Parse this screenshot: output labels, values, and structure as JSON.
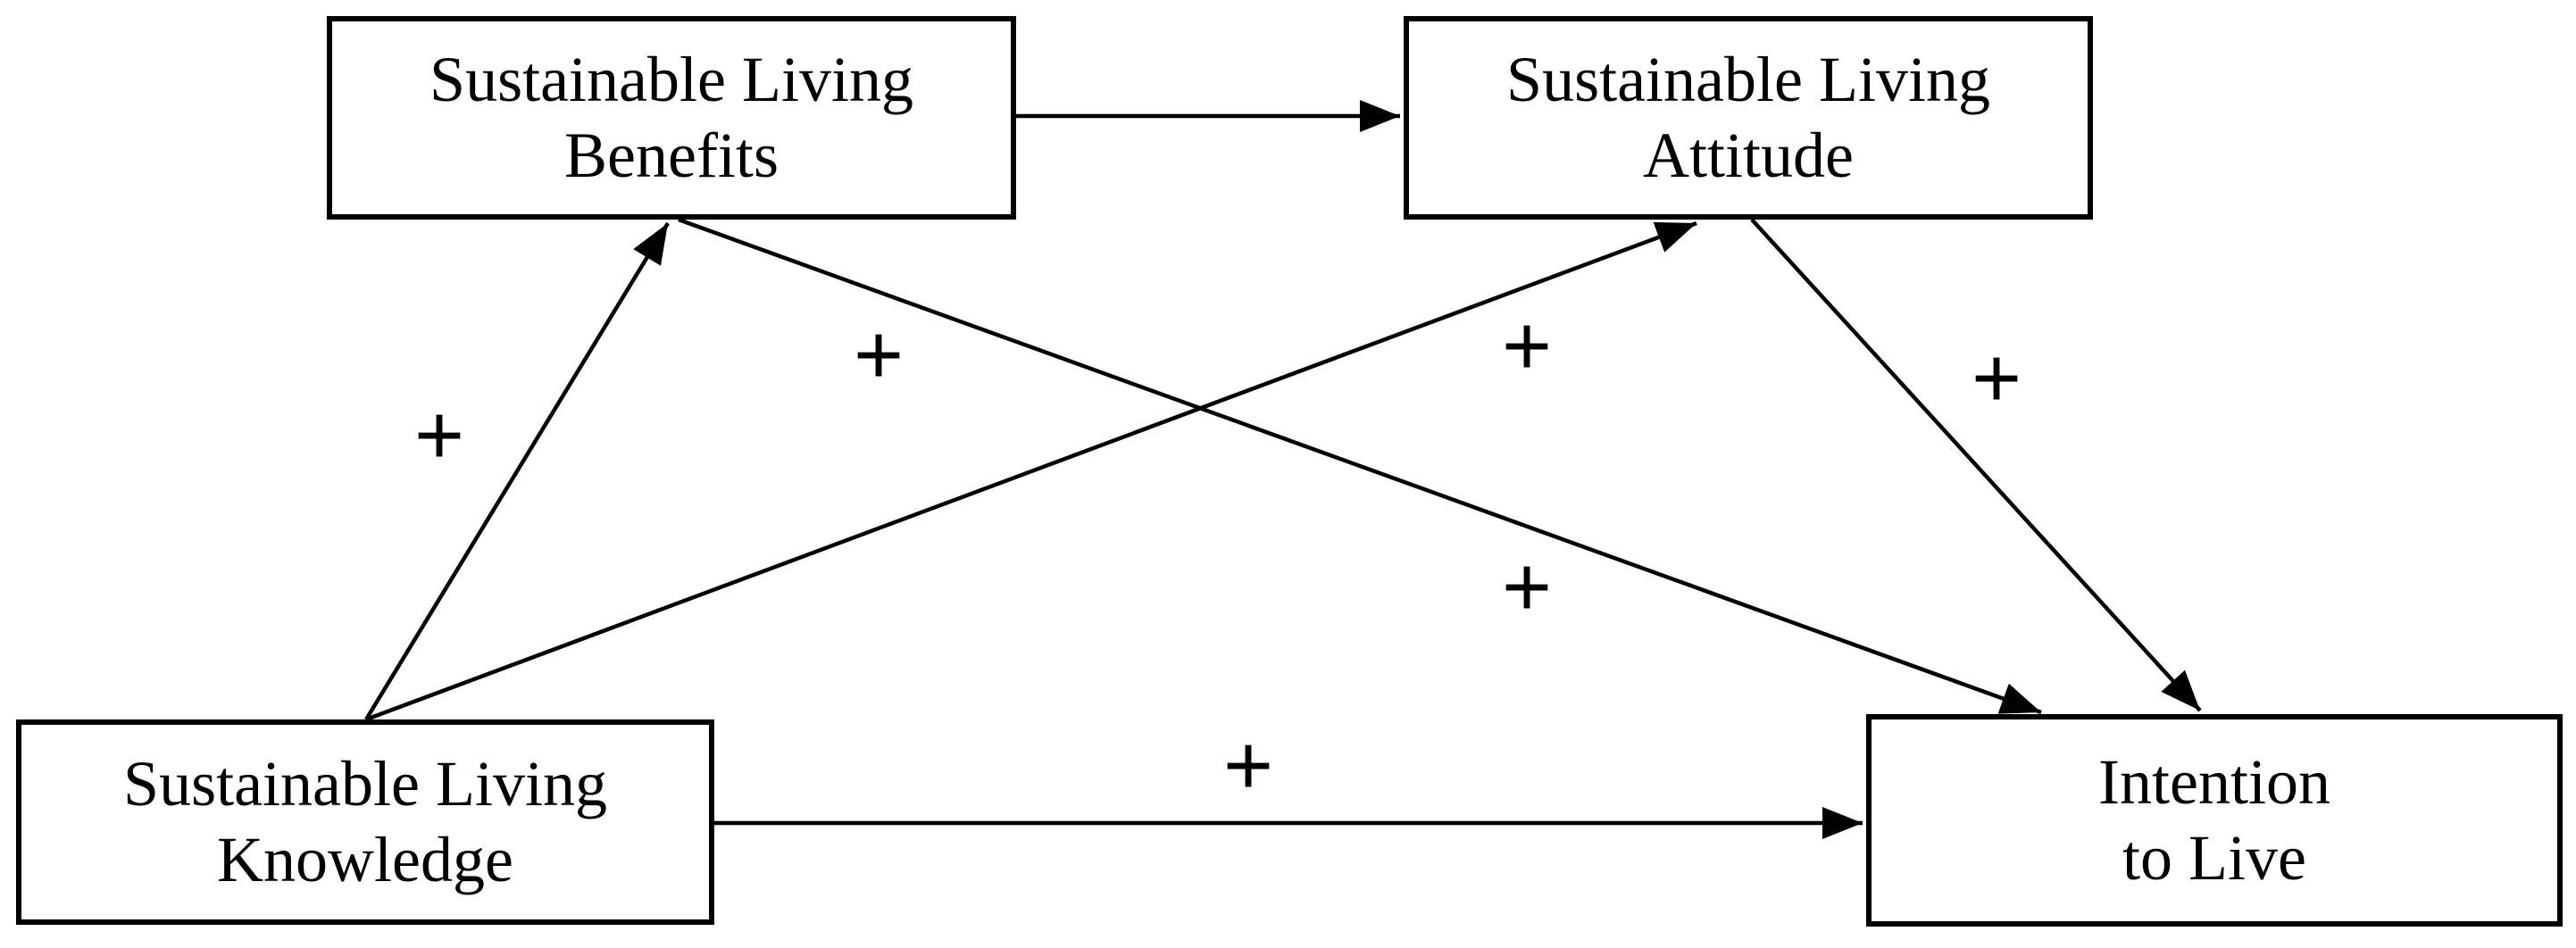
{
  "nodes": {
    "benefits": {
      "line1": "Sustainable Living",
      "line2": "Benefits"
    },
    "attitude": {
      "line1": "Sustainable Living",
      "line2": "Attitude"
    },
    "knowledge": {
      "line1": "Sustainable Living",
      "line2": "Knowledge"
    },
    "intention": {
      "line1": "Intention",
      "line2": "to Live"
    }
  },
  "edges": [
    {
      "from": "knowledge",
      "to": "benefits",
      "sign": "+"
    },
    {
      "from": "benefits",
      "to": "intention",
      "sign": "+"
    },
    {
      "from": "knowledge",
      "to": "attitude",
      "sign": "+"
    },
    {
      "from": "attitude",
      "to": "intention",
      "sign": "+"
    },
    {
      "from": "benefits",
      "to": "attitude",
      "sign": ""
    },
    {
      "from": "knowledge",
      "to": "intention",
      "sign": "+"
    }
  ],
  "colors": {
    "line": "#000000",
    "background": "#ffffff"
  }
}
